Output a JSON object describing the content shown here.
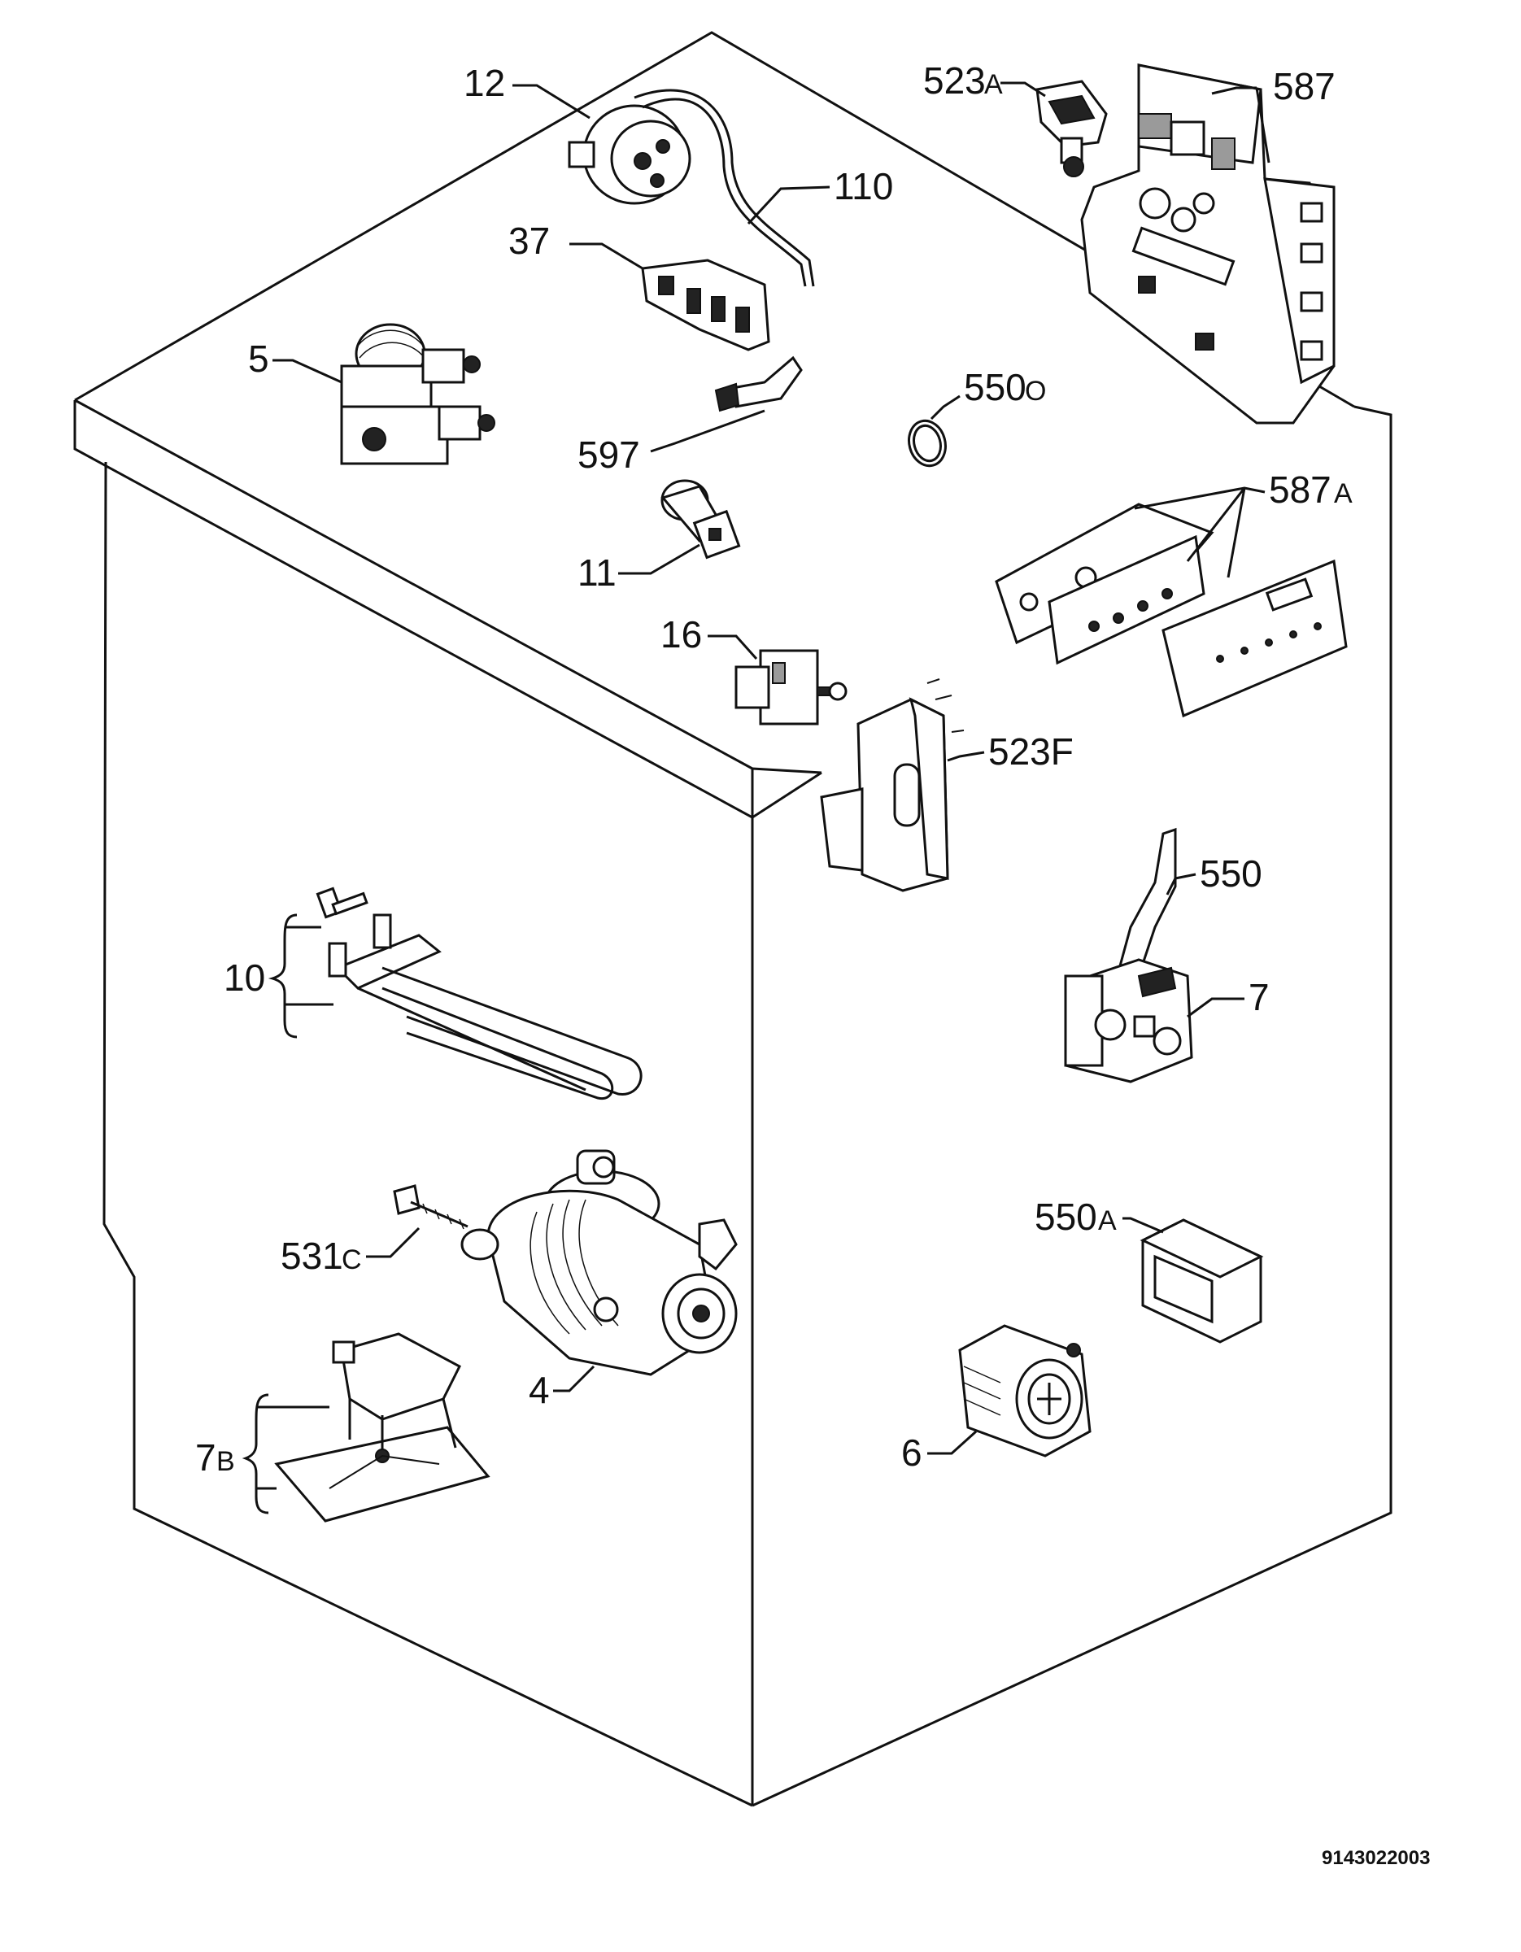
{
  "diagram": {
    "colors": {
      "ink": "#111111",
      "paper": "#ffffff"
    },
    "parts": [
      {
        "id": "12",
        "label": "12",
        "suffix": ""
      },
      {
        "id": "110",
        "label": "110",
        "suffix": ""
      },
      {
        "id": "37",
        "label": "37",
        "suffix": ""
      },
      {
        "id": "5",
        "label": "5",
        "suffix": ""
      },
      {
        "id": "597",
        "label": "597",
        "suffix": ""
      },
      {
        "id": "550O",
        "label": "550",
        "suffix": "O"
      },
      {
        "id": "11",
        "label": "11",
        "suffix": ""
      },
      {
        "id": "16",
        "label": "16",
        "suffix": ""
      },
      {
        "id": "523F",
        "label": "523F",
        "suffix": ""
      },
      {
        "id": "523A",
        "label": "523",
        "suffix": "A"
      },
      {
        "id": "587",
        "label": "587",
        "suffix": ""
      },
      {
        "id": "587A",
        "label": "587",
        "suffix": "A"
      },
      {
        "id": "550",
        "label": "550",
        "suffix": ""
      },
      {
        "id": "7",
        "label": "7",
        "suffix": ""
      },
      {
        "id": "10",
        "label": "10",
        "suffix": ""
      },
      {
        "id": "531C",
        "label": "531",
        "suffix": "C"
      },
      {
        "id": "4",
        "label": "4",
        "suffix": ""
      },
      {
        "id": "550A",
        "label": "550",
        "suffix": "A"
      },
      {
        "id": "6",
        "label": "6",
        "suffix": ""
      },
      {
        "id": "7B",
        "label": "7",
        "suffix": "B"
      }
    ],
    "document_number": "9143022003"
  }
}
